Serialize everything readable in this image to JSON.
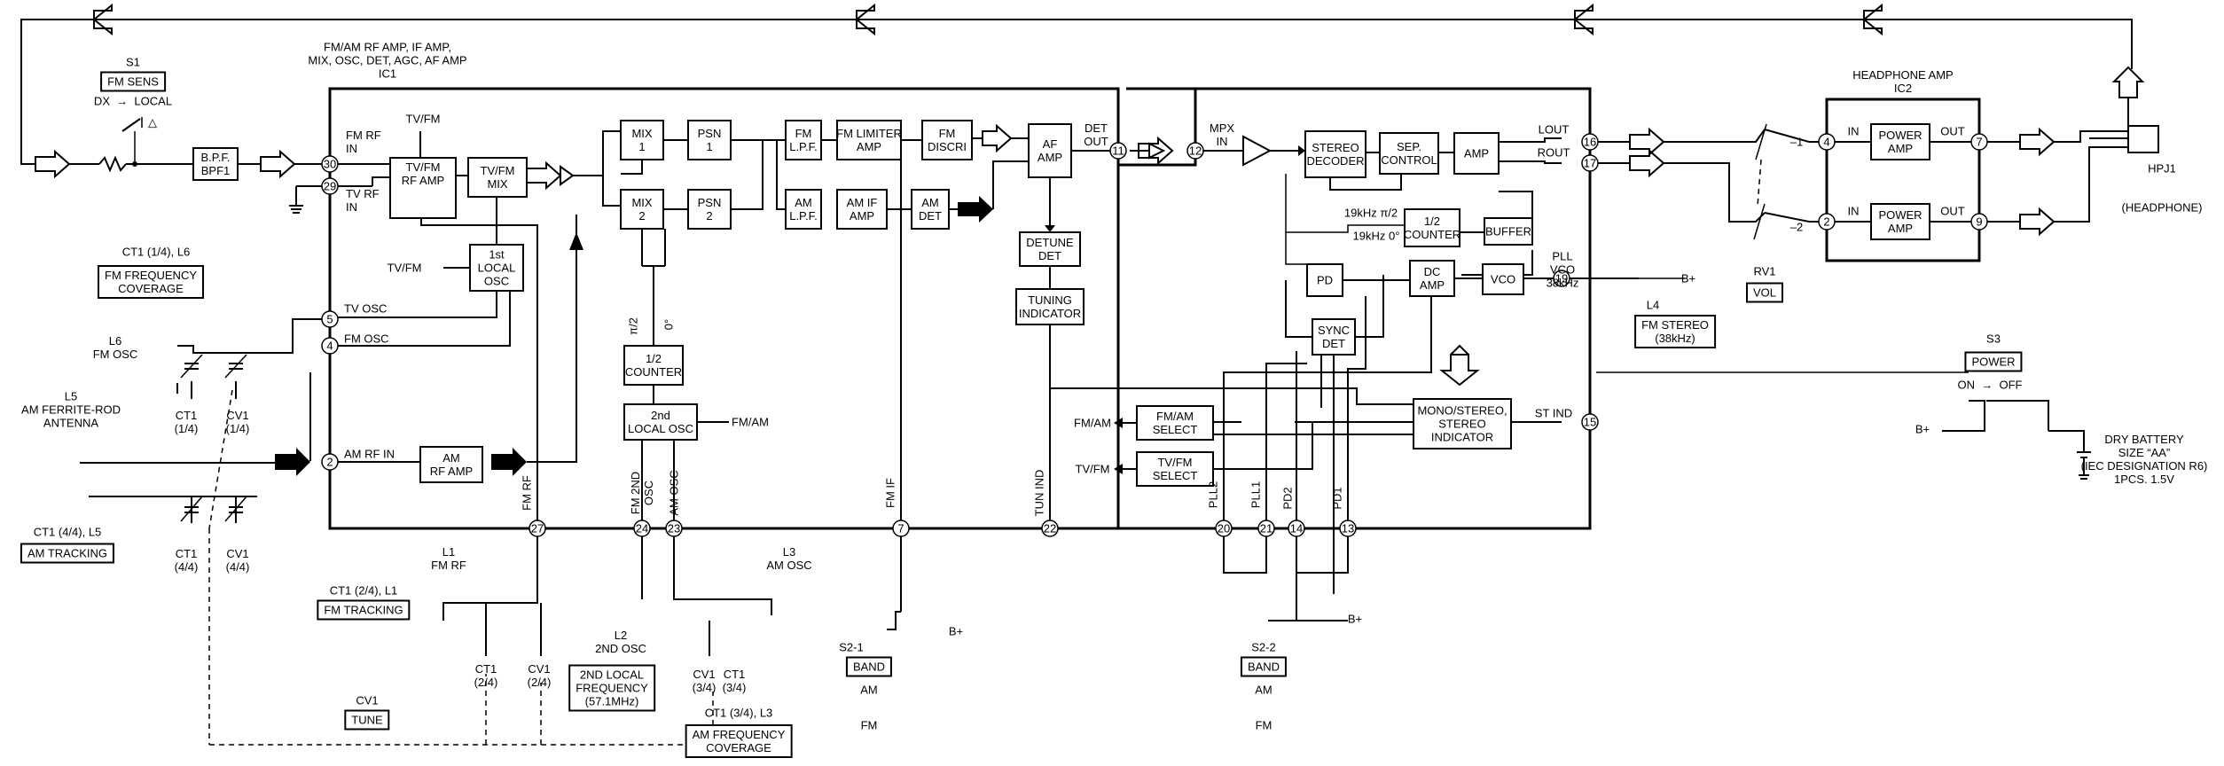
{
  "ic1": {
    "label": "FM/AM RF AMP, IF AMP,\nMIX, OSC, DET, AGC, AF AMP\nIC1"
  },
  "ic2": {
    "label": "HEADPHONE AMP\nIC2"
  },
  "blocks": [
    {
      "id": "bpf",
      "text": "B.P.F.\nBPF1"
    },
    {
      "id": "tvfm-rf",
      "text": "TV/FM\nRF AMP"
    },
    {
      "id": "tvfm-mix",
      "text": "TV/FM\nMIX"
    },
    {
      "id": "local-osc",
      "text": "1st\nLOCAL\nOSC"
    },
    {
      "id": "am-rf",
      "text": "AM\nRF AMP"
    },
    {
      "id": "mix1",
      "text": "MIX\n1"
    },
    {
      "id": "mix2",
      "text": "MIX\n2"
    },
    {
      "id": "psn1",
      "text": "PSN\n1"
    },
    {
      "id": "psn2",
      "text": "PSN\n2"
    },
    {
      "id": "fm-lpf",
      "text": "FM\nL.P.F."
    },
    {
      "id": "am-lpf",
      "text": "AM\nL.P.F."
    },
    {
      "id": "fm-lim",
      "text": "FM LIMITER\nAMP"
    },
    {
      "id": "am-if",
      "text": "AM IF\nAMP"
    },
    {
      "id": "fm-discri",
      "text": "FM\nDISCRI"
    },
    {
      "id": "am-det",
      "text": "AM\nDET"
    },
    {
      "id": "af-amp",
      "text": "AF\nAMP"
    },
    {
      "id": "detune",
      "text": "DETUNE\nDET"
    },
    {
      "id": "tuning",
      "text": "TUNING\nINDICATOR"
    },
    {
      "id": "half-counter",
      "text": "1/2\nCOUNTER"
    },
    {
      "id": "local-osc2",
      "text": "2nd\nLOCAL OSC"
    },
    {
      "id": "stereo-dec",
      "text": "STEREO\nDECODER"
    },
    {
      "id": "sep",
      "text": "SEP.\nCONTROL"
    },
    {
      "id": "amp",
      "text": "AMP"
    },
    {
      "id": "half-counter2",
      "text": "1/2\nCOUNTER"
    },
    {
      "id": "buffer",
      "text": "BUFFER"
    },
    {
      "id": "pd",
      "text": "PD"
    },
    {
      "id": "dc-amp",
      "text": "DC\nAMP"
    },
    {
      "id": "vco",
      "text": "VCO"
    },
    {
      "id": "sync-det",
      "text": "SYNC\nDET"
    },
    {
      "id": "fmam-sel",
      "text": "FM/AM\nSELECT"
    },
    {
      "id": "tvfm-sel",
      "text": "TV/FM\nSELECT"
    },
    {
      "id": "mono-stereo",
      "text": "MONO/STEREO,\nSTEREO\nINDICATOR"
    },
    {
      "id": "power-amp1",
      "text": "POWER\nAMP"
    },
    {
      "id": "power-amp2",
      "text": "POWER\nAMP"
    }
  ],
  "tags": [
    {
      "id": "fm-sens",
      "text": "FM SENS"
    },
    {
      "id": "fm-freq-cov",
      "text": "FM FREQUENCY\nCOVERAGE"
    },
    {
      "id": "am-tracking",
      "text": "AM TRACKING"
    },
    {
      "id": "fm-tracking",
      "text": "FM TRACKING"
    },
    {
      "id": "tune",
      "text": "TUNE"
    },
    {
      "id": "local-freq",
      "text": "2ND LOCAL\nFREQUENCY\n(57.1MHz)"
    },
    {
      "id": "am-freq-cov",
      "text": "AM FREQUENCY\nCOVERAGE"
    },
    {
      "id": "band1",
      "text": "BAND"
    },
    {
      "id": "band2",
      "text": "BAND"
    },
    {
      "id": "fm-stereo",
      "text": "FM STEREO\n(38kHz)"
    },
    {
      "id": "vol",
      "text": "VOL"
    },
    {
      "id": "power",
      "text": "POWER"
    }
  ],
  "pins": [
    "30",
    "29",
    "5",
    "4",
    "2",
    "27",
    "24",
    "23",
    "7",
    "22",
    "11",
    "12",
    "20",
    "21",
    "14",
    "13",
    "19",
    "15",
    "16",
    "17",
    "4",
    "2",
    "7",
    "9"
  ],
  "labels": [
    {
      "id": "s1",
      "text": "S1"
    },
    {
      "id": "dx-local",
      "text": "DX  →  LOCAL"
    },
    {
      "id": "tri",
      "text": "△"
    },
    {
      "id": "fm-rf-in",
      "text": "FM RF\nIN"
    },
    {
      "id": "tv-rf-in",
      "text": "TV RF\nIN"
    },
    {
      "id": "tvfm-top",
      "text": "TV/FM"
    },
    {
      "id": "tvfm-osc",
      "text": "TV/FM"
    },
    {
      "id": "tv-osc",
      "text": "TV OSC"
    },
    {
      "id": "fm-osc",
      "text": "FM OSC"
    },
    {
      "id": "am-rf-in",
      "text": "AM RF IN"
    },
    {
      "id": "ct1-14-l6",
      "text": "CT1 (1/4), L6"
    },
    {
      "id": "l6",
      "text": "L6\nFM OSC"
    },
    {
      "id": "l5",
      "text": "L5\nAM FERRITE-ROD\nANTENNA"
    },
    {
      "id": "ct1-14",
      "text": "CT1\n(1/4)"
    },
    {
      "id": "cv1-14",
      "text": "CV1\n(1/4)"
    },
    {
      "id": "ct1-44",
      "text": "CT1\n(4/4)"
    },
    {
      "id": "cv1-44",
      "text": "CV1\n(4/4)"
    },
    {
      "id": "ct1-44-l5",
      "text": "CT1 (4/4), L5"
    },
    {
      "id": "fm-rf-pin",
      "text": "FM RF"
    },
    {
      "id": "fm2nd-osc",
      "text": "FM 2ND\nOSC"
    },
    {
      "id": "am-osc-pin",
      "text": "AM OSC"
    },
    {
      "id": "fm-if",
      "text": "FM IF"
    },
    {
      "id": "tun-ind",
      "text": "TUN IND"
    },
    {
      "id": "pll2",
      "text": "PLL2"
    },
    {
      "id": "pll1",
      "text": "PLL1"
    },
    {
      "id": "pd2",
      "text": "PD2"
    },
    {
      "id": "pd1",
      "text": "PD1"
    },
    {
      "id": "pi2",
      "text": "π/2"
    },
    {
      "id": "zero",
      "text": "0°"
    },
    {
      "id": "fmam",
      "text": "FM/AM"
    },
    {
      "id": "det-out",
      "text": "DET\nOUT"
    },
    {
      "id": "mpx-in",
      "text": "MPX\nIN"
    },
    {
      "id": "lout",
      "text": "LOUT"
    },
    {
      "id": "rout",
      "text": "ROUT"
    },
    {
      "id": "19k-pi2",
      "text": "19kHz π/2"
    },
    {
      "id": "19k-0",
      "text": "19kHz 0°"
    },
    {
      "id": "pll-vco",
      "text": "PLL\nVCO\n38kHz"
    },
    {
      "id": "st-ind",
      "text": "ST IND"
    },
    {
      "id": "fmam-out",
      "text": "FM/AM"
    },
    {
      "id": "tvfm-out",
      "text": "TV/FM"
    },
    {
      "id": "l4",
      "text": "L4"
    },
    {
      "id": "bplus-l4",
      "text": "B+"
    },
    {
      "id": "ct1-24-l1",
      "text": "CT1 (2/4), L1"
    },
    {
      "id": "l1",
      "text": "L1\nFM RF"
    },
    {
      "id": "ct1-24",
      "text": "CT1\n(2/4)"
    },
    {
      "id": "cv1-24",
      "text": "CV1\n(2/4)"
    },
    {
      "id": "cv1",
      "text": "CV1"
    },
    {
      "id": "l2",
      "text": "L2\n2ND OSC"
    },
    {
      "id": "l3",
      "text": "L3\nAM OSC"
    },
    {
      "id": "cv1-34",
      "text": "CV1\n(3/4)"
    },
    {
      "id": "ct1-34",
      "text": "CT1\n(3/4)"
    },
    {
      "id": "ct1-34-l3",
      "text": "CT1 (3/4), L3"
    },
    {
      "id": "s2-1",
      "text": "S2-1"
    },
    {
      "id": "bplus-s21",
      "text": "B+"
    },
    {
      "id": "am1",
      "text": "AM"
    },
    {
      "id": "fm1",
      "text": "FM"
    },
    {
      "id": "s2-2",
      "text": "S2-2"
    },
    {
      "id": "bplus-s22",
      "text": "B+"
    },
    {
      "id": "am2",
      "text": "AM"
    },
    {
      "id": "fm2",
      "text": "FM"
    },
    {
      "id": "in1",
      "text": "IN"
    },
    {
      "id": "out1",
      "text": "OUT"
    },
    {
      "id": "in2",
      "text": "IN"
    },
    {
      "id": "out2",
      "text": "OUT"
    },
    {
      "id": "m1",
      "text": "–1"
    },
    {
      "id": "m2",
      "text": "–2"
    },
    {
      "id": "rv1",
      "text": "RV1"
    },
    {
      "id": "hpj1",
      "text": "HPJ1"
    },
    {
      "id": "headphone",
      "text": "(HEADPHONE)"
    },
    {
      "id": "s3",
      "text": "S3"
    },
    {
      "id": "on-off",
      "text": "ON  →  OFF"
    },
    {
      "id": "bplus-s3",
      "text": "B+"
    },
    {
      "id": "battery",
      "text": "DRY BATTERY\nSIZE “AA”\n(IEC DESIGNATION R6)\n1PCS. 1.5V"
    }
  ]
}
